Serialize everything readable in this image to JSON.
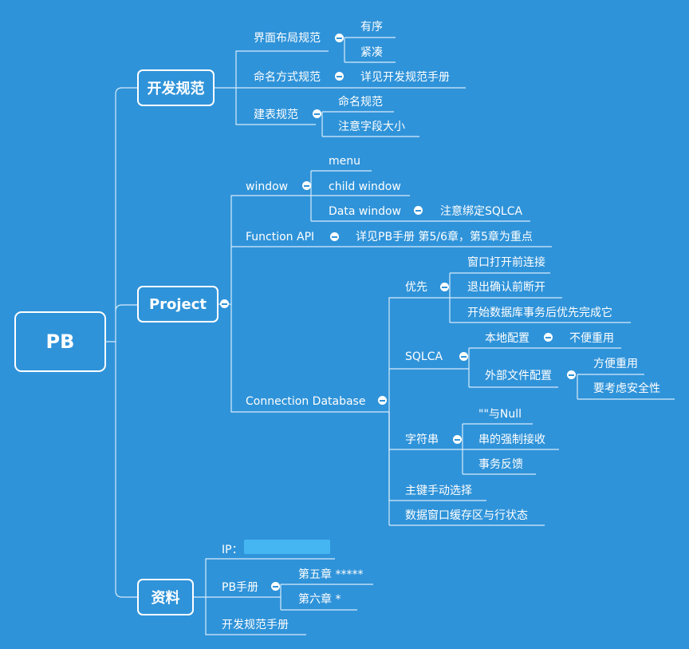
{
  "root": {
    "label": "PB"
  },
  "branches": {
    "dev": {
      "label": "开发规范",
      "ui": {
        "label": "界面布局规范",
        "children": [
          "有序",
          "紧凑"
        ]
      },
      "naming": {
        "label": "命名方式规范",
        "child": "详见开发规范手册"
      },
      "table": {
        "label": "建表规范",
        "children": [
          "命名规范",
          "注意字段大小"
        ]
      }
    },
    "project": {
      "label": "Project",
      "window": {
        "label": "window",
        "children": [
          "menu",
          "child window",
          "Data window"
        ],
        "dw_note": "注意绑定SQLCA"
      },
      "api": {
        "label": "Function API",
        "child": "详见PB手册 第5/6章，第5章为重点"
      },
      "conn": {
        "label": "Connection Database",
        "priority": {
          "label": "优先",
          "children": [
            "窗口打开前连接",
            "退出确认前断开",
            "开始数据库事务后优先完成它"
          ]
        },
        "sqlca": {
          "label": "SQLCA",
          "local": {
            "label": "本地配置",
            "child": "不便重用"
          },
          "external": {
            "label": "外部文件配置",
            "children": [
              "方便重用",
              "要考虑安全性"
            ]
          }
        },
        "strings": {
          "label": "字符串",
          "children": [
            "\"\"与Null",
            "串的强制接收",
            "事务反馈"
          ]
        },
        "pk": "主键手动选择",
        "cache": "数据窗口缓存区与行状态"
      }
    },
    "res": {
      "label": "资料",
      "ip": "IP：",
      "manual": {
        "label": "PB手册",
        "children": [
          "第五章 *****",
          "第六章 *"
        ]
      },
      "spec": "开发规范手册"
    }
  }
}
